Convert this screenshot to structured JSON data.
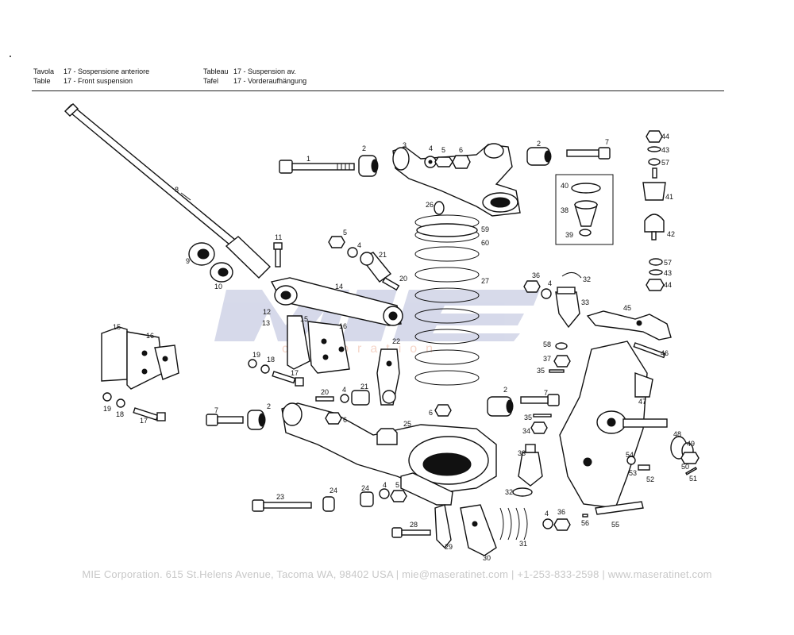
{
  "header": {
    "left": [
      {
        "label": "Tavola",
        "text": "17 - Sospensione anteriore"
      },
      {
        "label": "Table",
        "text": "17 - Front suspension"
      }
    ],
    "right": [
      {
        "label": "Tableau",
        "text": "17 - Suspension av."
      },
      {
        "label": "Tafel",
        "text": "17 - Vorderaufhängung"
      }
    ]
  },
  "watermark": {
    "logo_text": "MIE",
    "sub_text": "corporation",
    "color": "#c9cde3",
    "accent": "#f3c9b8"
  },
  "callouts": {
    "c1": "1",
    "c2a": "2",
    "c3": "3",
    "c4a": "4",
    "c5a": "5",
    "c6a": "6",
    "c2b": "2",
    "c7a": "7",
    "c44a": "44",
    "c43a": "43",
    "c57a": "57",
    "c41": "41",
    "c42": "42",
    "c57b": "57",
    "c43b": "43",
    "c44b": "44",
    "c40": "40",
    "c38": "38",
    "c39": "39",
    "c8": "8",
    "c9": "9",
    "c10": "10",
    "c11": "11",
    "c5b": "5",
    "c4b": "4",
    "c21a": "21",
    "c20a": "20",
    "c26": "26",
    "c59": "59",
    "c60": "60",
    "c27": "27",
    "c36a": "36",
    "c4c": "4",
    "c32a": "32",
    "c33a": "33",
    "c14": "14",
    "c12": "12",
    "c13": "13",
    "c15a": "15",
    "c16a": "16",
    "c15b": "15",
    "c16b": "16",
    "c45": "45",
    "c46": "46",
    "c58": "58",
    "c37": "37",
    "c35a": "35",
    "c22": "22",
    "c19a": "19",
    "c18a": "18",
    "c17a": "17",
    "c19b": "19",
    "c18b": "18",
    "c17b": "17",
    "c20b": "20",
    "c4d": "4",
    "c21b": "21",
    "c6b": "6",
    "c7b": "7",
    "c2c": "2",
    "c6c": "6",
    "c2d": "2",
    "c7c": "7",
    "c47": "47",
    "c35b": "35",
    "c34": "34",
    "c25": "25",
    "c33b": "33",
    "c48": "48",
    "c49": "49",
    "c54": "54",
    "c53": "53",
    "c52": "52",
    "c50": "50",
    "c51": "51",
    "c23": "23",
    "c24a": "24",
    "c24b": "24",
    "c4e": "4",
    "c5c": "5",
    "c32b": "32",
    "c28": "28",
    "c29": "29",
    "c30": "30",
    "c31": "31",
    "c4f": "4",
    "c36b": "36",
    "c56": "56",
    "c55": "55"
  },
  "footer": {
    "text": "MIE Corporation. 615 St.Helens Avenue, Tacoma WA, 98402 USA  |  mie@maseratinet.com  |   +1-253-833-2598   |  www.maseratinet.com"
  }
}
